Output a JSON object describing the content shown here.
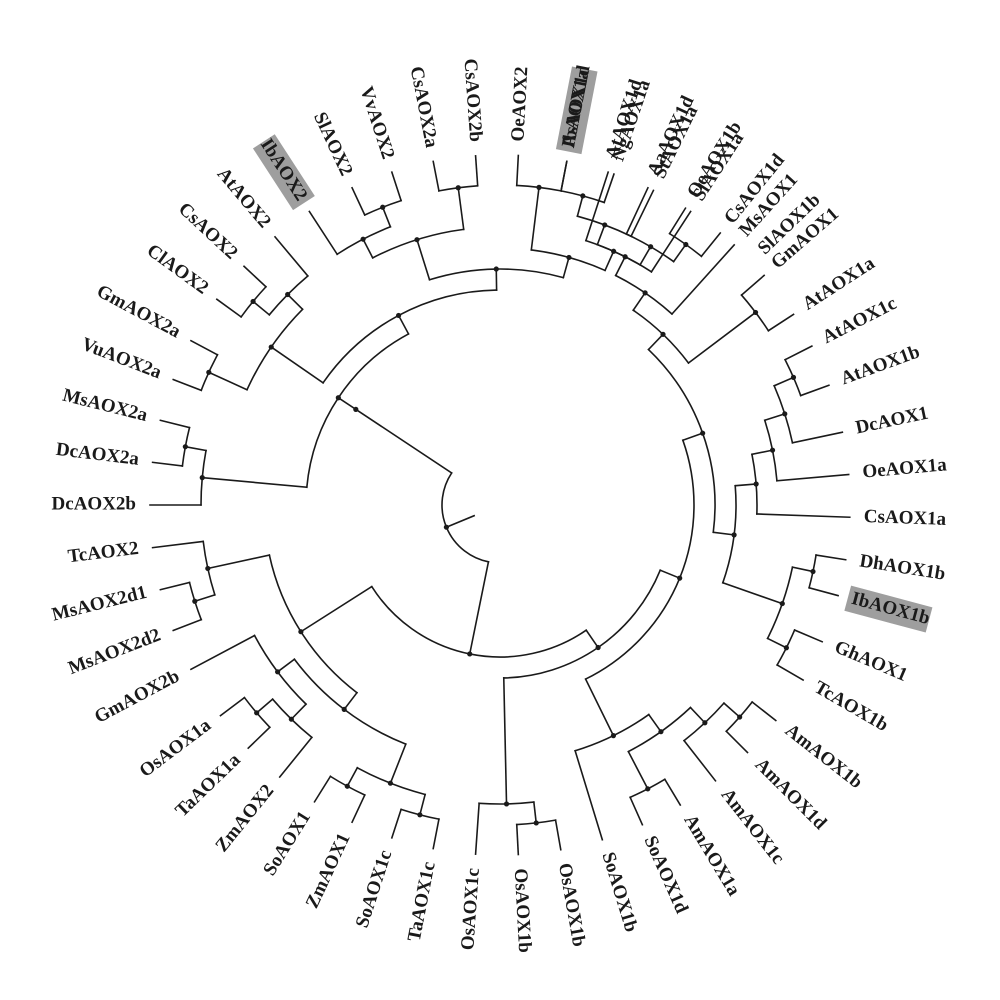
{
  "tree": {
    "highlight_color": "#9e9e9e",
    "line_color": "#1a1a1a",
    "newick": "((((((((((SlAOX1b,IbAOX1a),CsAOX1d),OeAOX1b),AaAOX1d),(AtAOX1d,AsAOX1d)),(((((OeAOX2,CsAOX2b),CsAOX2a),VvAOX2),SlAOX2),((IbAOX2,AtAOX2),(CsAOX2,ClAOX2)))),((((GmAOX2a,VuAOX2a),MsAOX2a),(DcAOX2a,DcAOX2b)),TcAOX2)),((MsAOX2d1,MsAOX2d2),GmAOX2b)),((((OsAOX1a,TaAOX1a),(ZmAOX2,SoAOX1)),((ZmAOX1,(SoAOX1c,TaAOX1c)),OsAOX1b)),((SoAOX1d,SoAOX1b),OsAOX1b))),(((NgAOX1a,(StAOX1a,SlAOX1a)),(((MsAOX1,GmAOX1),((AtAOX1a,AtAOX1c),AtAOX1b)),(((DcAOX1,(OeAOX1a,CsAOX1a)),(DhAOX1b,IbAOX1b)),((GhAOX1,TcAOX1b),(AmAOX1b,(AmAOX1d,(AmAOX1c,AmAOX1a)))))))))",
    "leaves": [
      {
        "name": "IbAOX1a",
        "angle": -79,
        "highlight": true
      },
      {
        "name": "NgAOX1a",
        "angle": -71,
        "highlight": false
      },
      {
        "name": "StAOX1a",
        "angle": -64,
        "highlight": false
      },
      {
        "name": "SlAOX1a",
        "angle": -57,
        "highlight": false
      },
      {
        "name": "MsAOX1",
        "angle": -48,
        "highlight": false
      },
      {
        "name": "GmAOX1",
        "angle": -41,
        "highlight": false
      },
      {
        "name": "AtAOX1a",
        "angle": -33,
        "highlight": false
      },
      {
        "name": "AtAOX1c",
        "angle": -27,
        "highlight": false
      },
      {
        "name": "AtAOX1b",
        "angle": -20,
        "highlight": false
      },
      {
        "name": "DcAOX1",
        "angle": -12,
        "highlight": false
      },
      {
        "name": "OeAOX1a",
        "angle": -5,
        "highlight": false
      },
      {
        "name": "CsAOX1a",
        "angle": 2,
        "highlight": false
      },
      {
        "name": "DhAOX1b",
        "angle": 9,
        "highlight": false
      },
      {
        "name": "IbAOX1b",
        "angle": 15,
        "highlight": true
      },
      {
        "name": "GhAOX1",
        "angle": 23,
        "highlight": false
      },
      {
        "name": "TcAOX1b",
        "angle": 30,
        "highlight": false
      },
      {
        "name": "AmAOX1b",
        "angle": 38,
        "highlight": false
      },
      {
        "name": "AmAOX1d",
        "angle": 45,
        "highlight": false
      },
      {
        "name": "AmAOX1c",
        "angle": 52,
        "highlight": false
      },
      {
        "name": "AmAOX1a",
        "angle": 59,
        "highlight": false
      },
      {
        "name": "SoAOX1d",
        "angle": 66,
        "highlight": false
      },
      {
        "name": "SoAOX1b",
        "angle": 73,
        "highlight": false
      },
      {
        "name": "OsAOX1b",
        "angle": 80,
        "highlight": false
      },
      {
        "name": "OsAOX1b",
        "angle": 87,
        "highlight": false
      },
      {
        "name": "OsAOX1c",
        "angle": 94,
        "highlight": false
      },
      {
        "name": "TaAOX1c",
        "angle": 101,
        "highlight": false
      },
      {
        "name": "SoAOX1c",
        "angle": 108,
        "highlight": false
      },
      {
        "name": "ZmAOX1",
        "angle": 115,
        "highlight": false
      },
      {
        "name": "SoAOX1",
        "angle": 122,
        "highlight": false
      },
      {
        "name": "ZmAOX2",
        "angle": 129,
        "highlight": false
      },
      {
        "name": "TaAOX1a",
        "angle": 136,
        "highlight": false
      },
      {
        "name": "OsAOX1a",
        "angle": 143,
        "highlight": false
      },
      {
        "name": "GmAOX2b",
        "angle": 152,
        "highlight": false
      },
      {
        "name": "MsAOX2d2",
        "angle": 159,
        "highlight": false
      },
      {
        "name": "MsAOX2d1",
        "angle": 166,
        "highlight": false
      },
      {
        "name": "TcAOX2",
        "angle": 173,
        "highlight": false
      },
      {
        "name": "DcAOX2b",
        "angle": 180,
        "highlight": false
      },
      {
        "name": "DcAOX2a",
        "angle": 187,
        "highlight": false
      },
      {
        "name": "MsAOX2a",
        "angle": 194,
        "highlight": false
      },
      {
        "name": "VuAOX2a",
        "angle": 201,
        "highlight": false
      },
      {
        "name": "GmAOX2a",
        "angle": 208,
        "highlight": false
      },
      {
        "name": "ClAOX2",
        "angle": 216,
        "highlight": false
      },
      {
        "name": "CsAOX2",
        "angle": 223,
        "highlight": false
      },
      {
        "name": "AtAOX2",
        "angle": 230,
        "highlight": false
      },
      {
        "name": "IbAOX2",
        "angle": 237,
        "highlight": true
      },
      {
        "name": "SlAOX2",
        "angle": 245,
        "highlight": false
      },
      {
        "name": "VvAOX2",
        "angle": 252,
        "highlight": false
      },
      {
        "name": "CsAOX2a",
        "angle": 259,
        "highlight": false
      },
      {
        "name": "CsAOX2b",
        "angle": 266,
        "highlight": false
      },
      {
        "name": "OeAOX2",
        "angle": 273,
        "highlight": false
      },
      {
        "name": "AsAOX1d",
        "angle": 281,
        "highlight": false
      },
      {
        "name": "AtAOX1d",
        "angle": 288,
        "highlight": false
      },
      {
        "name": "AaAOX1d",
        "angle": 295,
        "highlight": false
      },
      {
        "name": "OeAOX1b",
        "angle": 302,
        "highlight": false
      },
      {
        "name": "CsAOX1d",
        "angle": 309,
        "highlight": false
      },
      {
        "name": "SlAOX1b",
        "angle": 316,
        "highlight": false
      }
    ]
  }
}
